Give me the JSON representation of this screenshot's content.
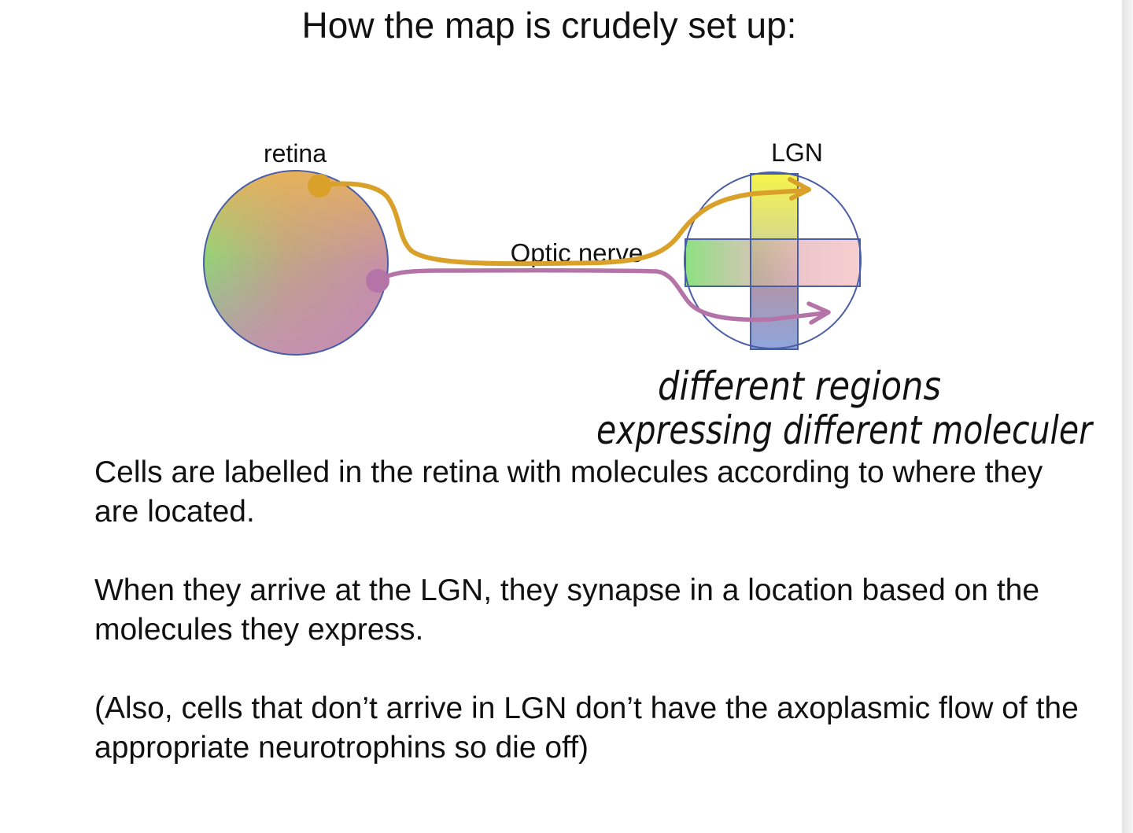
{
  "title": "How the map is crudely set up:",
  "diagram": {
    "retina_label": "retina",
    "lgn_label": "LGN",
    "optic_nerve_label": "Optic nerve",
    "handwritten_note_line1": "different regions",
    "handwritten_note_line2": "expressing different moleculer",
    "colors": {
      "axon_orange": "#d9a12a",
      "axon_purple": "#b574a8",
      "region_yellow": "#f3f24e",
      "region_green": "#86de7c",
      "region_pink": "#f6c6c9",
      "region_blue": "#8ea6db",
      "outline": "#4a5ea8"
    }
  },
  "paragraphs": [
    "Cells are labelled in the retina with molecules according to where they are located.",
    "When they arrive at the LGN, they synapse in a location based on the molecules they express.",
    "(Also, cells that don’t arrive in LGN don’t have the axoplasmic flow of the appropriate neurotrophins so die off)"
  ]
}
